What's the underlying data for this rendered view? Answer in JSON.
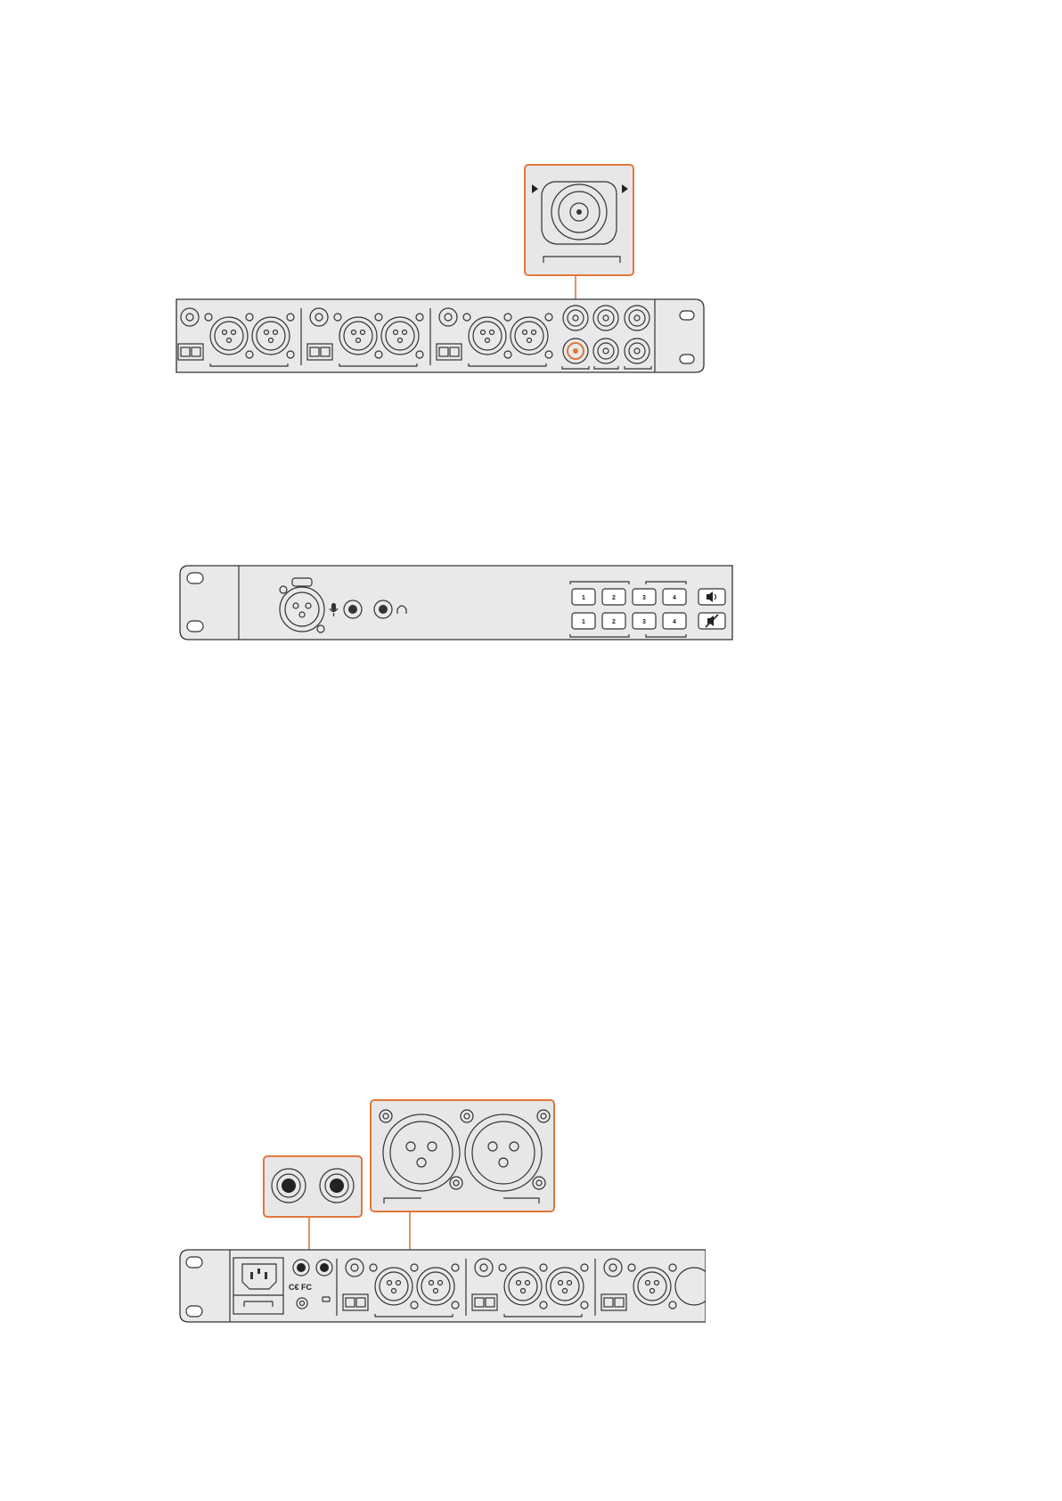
{
  "figures": [
    {
      "id": "rear-panel-reference-output",
      "highlight": "reference BNC connector"
    },
    {
      "id": "front-panel-talkback"
    },
    {
      "id": "rear-panel-audio-connectors",
      "highlight": [
        "RCA connectors",
        "XLR connectors"
      ]
    }
  ],
  "front_panel": {
    "channel_buttons_top": [
      "1",
      "2",
      "3",
      "4"
    ],
    "channel_buttons_bottom": [
      "1",
      "2",
      "3",
      "4"
    ]
  },
  "colors": {
    "accent": "#e0783c",
    "panel": "#e9e9e9",
    "outline": "#333333"
  },
  "icons": [
    "speaker-icon",
    "mute-icon",
    "microphone-icon",
    "headphones-icon",
    "arrow-icon"
  ]
}
